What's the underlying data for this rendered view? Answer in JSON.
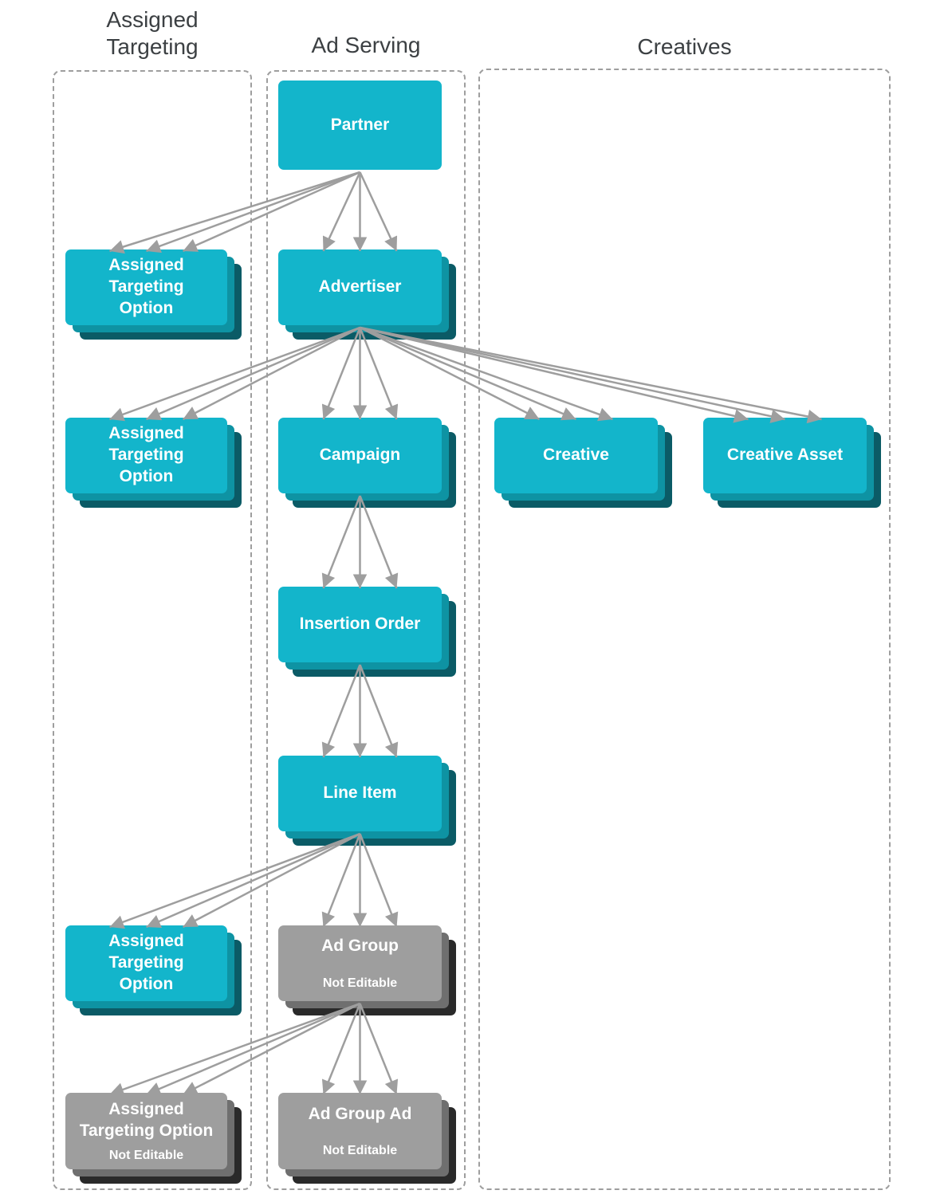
{
  "diagram": {
    "columns": {
      "assigned_targeting": {
        "title": "Assigned\nTargeting"
      },
      "ad_serving": {
        "title": "Ad Serving"
      },
      "creatives": {
        "title": "Creatives"
      }
    },
    "nodes": {
      "partner": {
        "label": "Partner"
      },
      "ato_partner": {
        "label": "Assigned\nTargeting\nOption"
      },
      "advertiser": {
        "label": "Advertiser"
      },
      "ato_advertiser": {
        "label": "Assigned\nTargeting\nOption"
      },
      "campaign": {
        "label": "Campaign"
      },
      "creative": {
        "label": "Creative"
      },
      "creative_asset": {
        "label": "Creative Asset"
      },
      "insertion_order": {
        "label": "Insertion Order"
      },
      "line_item": {
        "label": "Line Item"
      },
      "ato_line_item": {
        "label": "Assigned\nTargeting\nOption"
      },
      "ad_group": {
        "label": "Ad Group",
        "sublabel": "Not Editable"
      },
      "ato_ad_group": {
        "label": "Assigned\nTargeting Option",
        "sublabel": "Not Editable"
      },
      "ad_group_ad": {
        "label": "Ad Group Ad",
        "sublabel": "Not Editable"
      }
    },
    "edges": [
      {
        "from": "partner",
        "to": "ato_partner"
      },
      {
        "from": "partner",
        "to": "advertiser"
      },
      {
        "from": "advertiser",
        "to": "ato_advertiser"
      },
      {
        "from": "advertiser",
        "to": "campaign"
      },
      {
        "from": "advertiser",
        "to": "creative"
      },
      {
        "from": "advertiser",
        "to": "creative_asset"
      },
      {
        "from": "campaign",
        "to": "insertion_order"
      },
      {
        "from": "insertion_order",
        "to": "line_item"
      },
      {
        "from": "line_item",
        "to": "ato_line_item"
      },
      {
        "from": "line_item",
        "to": "ad_group"
      },
      {
        "from": "ad_group",
        "to": "ato_ad_group"
      },
      {
        "from": "ad_group",
        "to": "ad_group_ad"
      }
    ],
    "colors": {
      "node_cyan": "#13b5cb",
      "node_cyan_layer2": "#0e93a3",
      "node_cyan_layer3": "#0b5b66",
      "node_gray": "#9e9e9e",
      "node_gray_layer2": "#6f6f6f",
      "node_gray_layer3": "#2a2a2a",
      "arrow": "#9e9e9e",
      "outline": "#9e9e9e",
      "header_text": "#3c4043",
      "node_text": "#ffffff"
    }
  }
}
